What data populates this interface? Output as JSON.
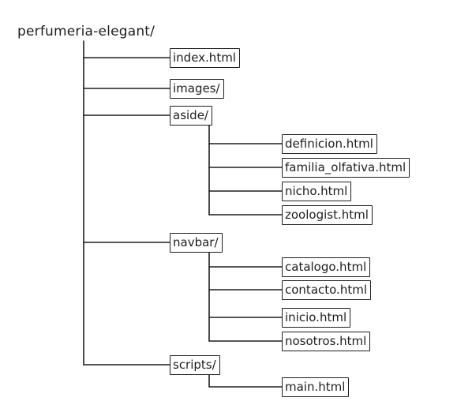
{
  "root": {
    "label": "perfumeria-elegant/"
  },
  "nodes": {
    "index": "index.html",
    "images": "images/",
    "aside": "aside/",
    "definicion": "definicion.html",
    "familia": "familia_olfativa.html",
    "nicho": "nicho.html",
    "zoologist": "zoologist.html",
    "navbar": "navbar/",
    "catalogo": "catalogo.html",
    "contacto": "contacto.html",
    "inicio": "inicio.html",
    "nosotros": "nosotros.html",
    "scripts": "scripts/",
    "main": "main.html"
  },
  "colors": {
    "stroke": "#1e1e1e",
    "background": "#ffffff"
  }
}
